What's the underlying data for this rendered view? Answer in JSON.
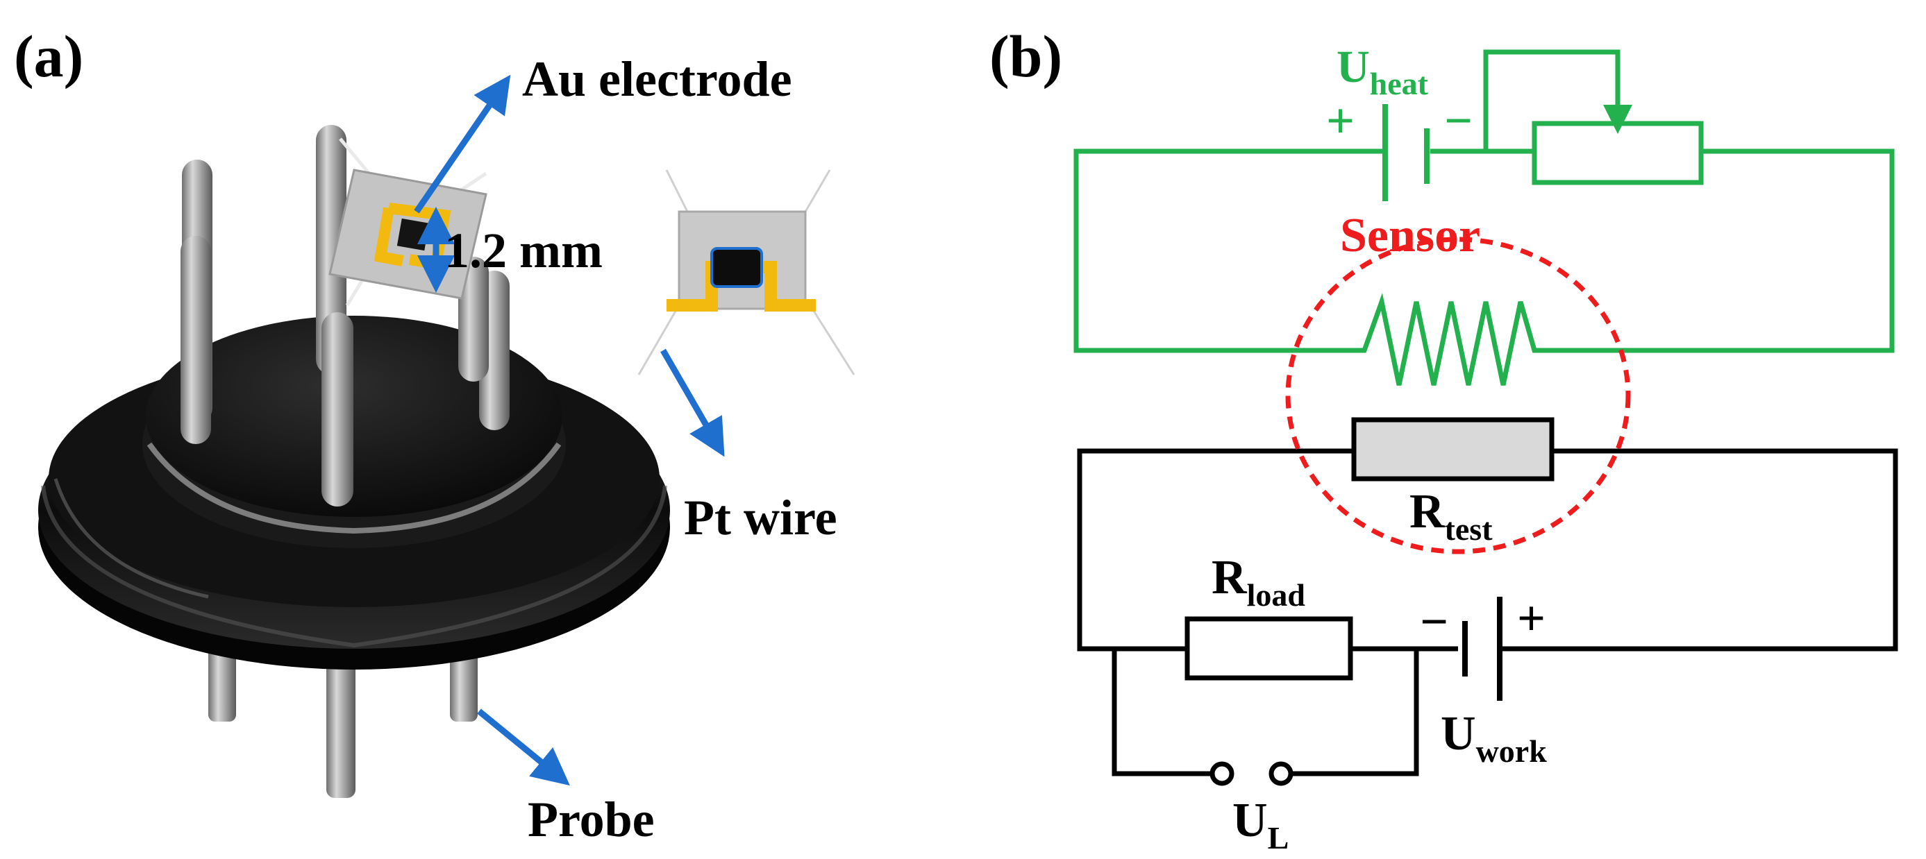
{
  "panel_a": {
    "label": "(a)",
    "electrode_label": "Au electrode",
    "dimension_label": "1.2 mm",
    "wire_label": "Pt wire",
    "probe_label": "Probe"
  },
  "panel_b": {
    "label": "(b)",
    "heat_source": {
      "main": "U",
      "sub": "heat",
      "plus": "+",
      "minus": "−"
    },
    "sensor_label": "Sensor",
    "test_resistor": {
      "main": "R",
      "sub": "test"
    },
    "load_resistor": {
      "main": "R",
      "sub": "load"
    },
    "work_source": {
      "main": "U",
      "sub": "work",
      "plus": "+",
      "minus": "−"
    },
    "output_voltage": {
      "main": "U",
      "sub": "L"
    }
  },
  "colors": {
    "arrow": "#1f6fcf",
    "heater_circuit": "#22b14c",
    "sensor": "#ee1c1c",
    "test_circuit": "#000000",
    "gold": "#f2b90f",
    "base": "#111111"
  }
}
